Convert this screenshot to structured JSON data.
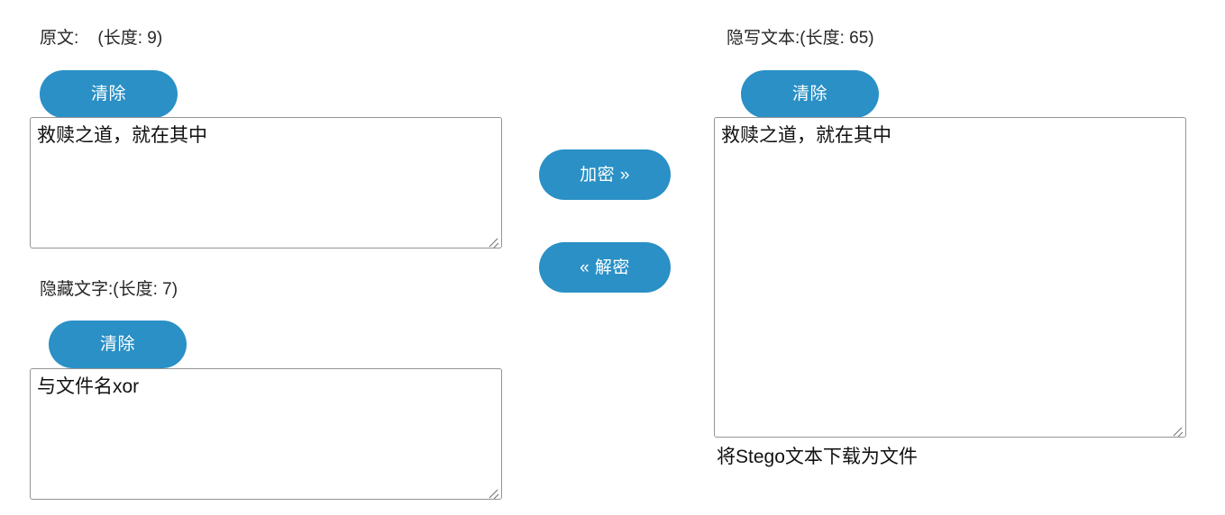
{
  "accent_color": "#2a90c6",
  "text_color": "#262626",
  "border_color": "#949494",
  "plaintext_panel": {
    "label": "原文:    (长度: 9)",
    "clear_label": "清除",
    "value": "救赎之道，就在其中",
    "length": 9
  },
  "hidden_panel": {
    "label": "隐藏文字:(长度: 7)",
    "clear_label": "清除",
    "value": "与文件名xor",
    "length": 7
  },
  "actions": {
    "encrypt_label": "加密 »",
    "decrypt_label": "« 解密"
  },
  "stego_panel": {
    "label": "隐写文本:(长度: 65)",
    "clear_label": "清除",
    "value": "救赎之道，就在其中",
    "length": 65,
    "download_label": "将Stego文本下载为文件"
  }
}
